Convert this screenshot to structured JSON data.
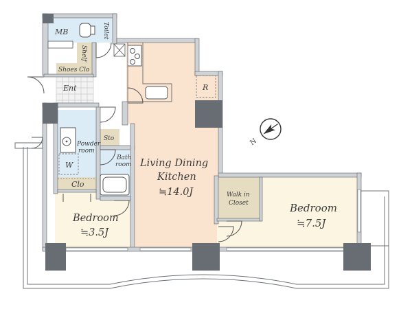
{
  "colors": {
    "living_floor": "#fbe4cf",
    "bedroom_floor": "#fbf5e1",
    "wet_floor": "#dcecf6",
    "closet_floor": "#e6dcc2",
    "wall": "#cfd3d6",
    "pillar": "#686d73"
  },
  "rooms": {
    "mb": "MB",
    "toilet": "Toilet",
    "shelf": "Shelf",
    "shoes_clo": "Shoes Clo",
    "ent": "Ent",
    "powder_room_line1": "Powder",
    "powder_room_line2": "room",
    "w": "W",
    "sto": "Sto",
    "bath_room_line1": "Bath",
    "bath_room_line2": "room",
    "clo": "Clo",
    "ldk_line1": "Living Dining",
    "ldk_line2": "Kitchen",
    "ldk_size": "≒14.0J",
    "refrigerator": "R",
    "walk_in_line1": "Walk in",
    "walk_in_line2": "Closet",
    "bedroom_left": "Bedroom",
    "bedroom_left_size": "≒3.5J",
    "bedroom_right": "Bedroom",
    "bedroom_right_size": "≒7.5J"
  },
  "compass": {
    "icon": "compass-north-arrow",
    "label": "N"
  }
}
